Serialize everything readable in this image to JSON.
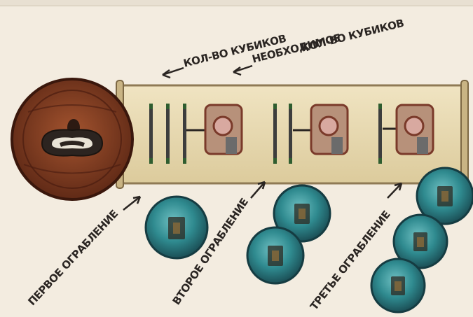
{
  "annotations": {
    "dice_count": "КОЛ-ВО КУБИКОВ",
    "required_line1": "НЕОБХОДИМОЕ",
    "required_line2": "КОЛ-ВО КУБИКОВ",
    "first_robbery": "ПЕРВОЕ ОГРАБЛЕНИЕ",
    "second_robbery": "ВТОРОЕ ОГРАБЛЕНИЕ",
    "third_robbery": "ТРЕТЬЕ ОГРАБЛЕНИЕ"
  },
  "robberies": [
    {
      "dice_bars": 3,
      "tokens": 1
    },
    {
      "dice_bars": 2,
      "tokens": 2
    },
    {
      "dice_bars": 1,
      "tokens": 3
    }
  ],
  "colors": {
    "background": "#f3ece0",
    "scroll": "#e9ddba",
    "barrel": "#7a3a22",
    "token": "#2f7f86"
  }
}
